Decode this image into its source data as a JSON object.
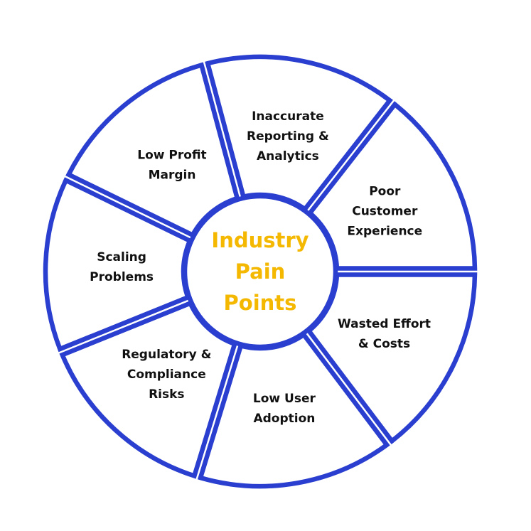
{
  "colors": {
    "ring": "#2a3fcf",
    "center_text": "#f5b800",
    "segment_text": "#111111",
    "background": "#ffffff"
  },
  "center": {
    "lines": [
      "Industry",
      "Pain",
      "Points"
    ]
  },
  "segments": [
    {
      "lines": [
        "Inaccurate",
        "Reporting &",
        "Analytics"
      ]
    },
    {
      "lines": [
        "Poor",
        "Customer",
        "Experience"
      ]
    },
    {
      "lines": [
        "Wasted Effort",
        "& Costs"
      ]
    },
    {
      "lines": [
        "Low User",
        "Adoption"
      ]
    },
    {
      "lines": [
        "Regulatory &",
        "Compliance",
        "Risks"
      ]
    },
    {
      "lines": [
        "Scaling",
        "Problems"
      ]
    },
    {
      "lines": [
        "Low Profit",
        "Margin"
      ]
    }
  ]
}
